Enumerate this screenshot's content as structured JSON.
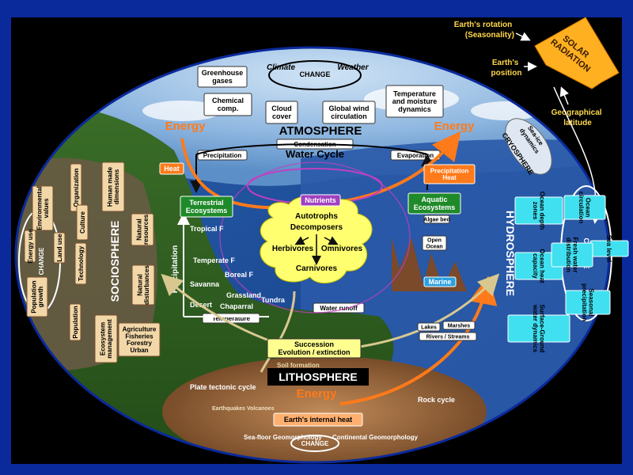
{
  "colors": {
    "background": "#0a2a9c",
    "frame": "#000000",
    "sky": "#9ec3e6",
    "ocean": "#1f4f9a",
    "land": "#2f5d22",
    "lithosphere": "#7a5030",
    "energy": "#ff7a1a",
    "solar": "#ffb020"
  },
  "solar": {
    "rotation": "Earth's rotation\n(Seasonality)",
    "position": "Earth's\nposition",
    "radiation": "SOLAR\nRADIATION",
    "latitude": "Geographical\nlatitude"
  },
  "atmosphere": {
    "title": "ATMOSPHERE",
    "climate": "Climate",
    "weather": "Weather",
    "change": "CHANGE",
    "greenhouse": "Greenhouse\ngases",
    "chemical": "Chemical\ncomp.",
    "cloud": "Cloud\ncover",
    "wind": "Global wind\ncirculation",
    "temp_moisture": "Temperature\nand moisture\ndynamics",
    "energy_left": "Energy",
    "energy_right": "Energy"
  },
  "water_cycle": {
    "condensation": "Condensation",
    "title": "Water Cycle",
    "precipitation": "Precipitation",
    "evaporation": "Evaporation",
    "heat_left": "Heat",
    "precip_heat": "Precipitation\nHeat",
    "water_runoff": "Water runoff"
  },
  "ecosystems": {
    "terrestrial": "Terrestrial\nEcosystems",
    "aquatic": "Aquatic\nEcosystems",
    "nutrients": "Nutrients",
    "autotrophs": "Autotrophs",
    "decomposers": "Decomposers",
    "herbivores": "Herbivores",
    "omnivores": "Omnivores",
    "carnivores": "Carnivores",
    "tropical": "Tropical F",
    "temperate": "Temperate F",
    "boreal": "Boreal F",
    "savanna": "Savanna",
    "grassland": "Grassland",
    "desert": "Desert",
    "chaparral": "Chaparral",
    "tundra": "Tundra",
    "precipitation_axis": "Precipitation",
    "temperature_axis": "Temperature",
    "succession": "Succession\nEvolution / extinction",
    "marine": "Marine",
    "algae": "Algae bed",
    "open_ocean": "Open\nOcean",
    "lakes": "Lakes",
    "marshes": "Marshes",
    "rivers": "Rivers / Streams"
  },
  "cryosphere": {
    "label": "CRYOSPHERE",
    "dynamics": "Sea-ice\ndynamics"
  },
  "hydrosphere": {
    "title": "HYDROSPHERE",
    "change": "CHANGE",
    "ocean_depth": "Ocean depth\nzones",
    "ocean_heat": "Ocean heat\ncapacity",
    "surface_ground": "Surface-Ground\nwater dynamics",
    "ocean_circ": "Ocean\ncirculation",
    "sea_level": "Sea level",
    "fresh_water": "Fresh water\ndistribution",
    "seasonal_precip": "Seasonal\nprecipitation"
  },
  "sociosphere": {
    "title": "SOCIOSPHERE",
    "change": "CHANGE",
    "organization": "Organization",
    "human_dims": "Human made\ndimensions",
    "env_values": "Environmental\nvalues",
    "culture": "Culture",
    "energy_use": "Energy use",
    "land_use": "Land use",
    "technology": "Technology",
    "pop_growth": "Population\ngrowth",
    "population": "Population",
    "natural_resources": "Natural\nresources",
    "natural_disturbances": "Natural\ndisturbances",
    "ecosystem_management": "Ecosystem\nmanagement",
    "agriculture": "Agriculture\nFisheries\nForestry\nUrban"
  },
  "lithosphere": {
    "title": "LITHOSPHERE",
    "energy": "Energy",
    "earth_heat": "Earth's internal heat",
    "plate": "Plate tectonic\ncycle",
    "earthquakes": "Earthquakes\nVolcanoes",
    "rock": "Rock\ncycle",
    "seafloor": "Sea-floor\nGeomorphology",
    "continental": "Continental\nGeomorphology",
    "change": "CHANGE",
    "soil": "Soil formation"
  }
}
